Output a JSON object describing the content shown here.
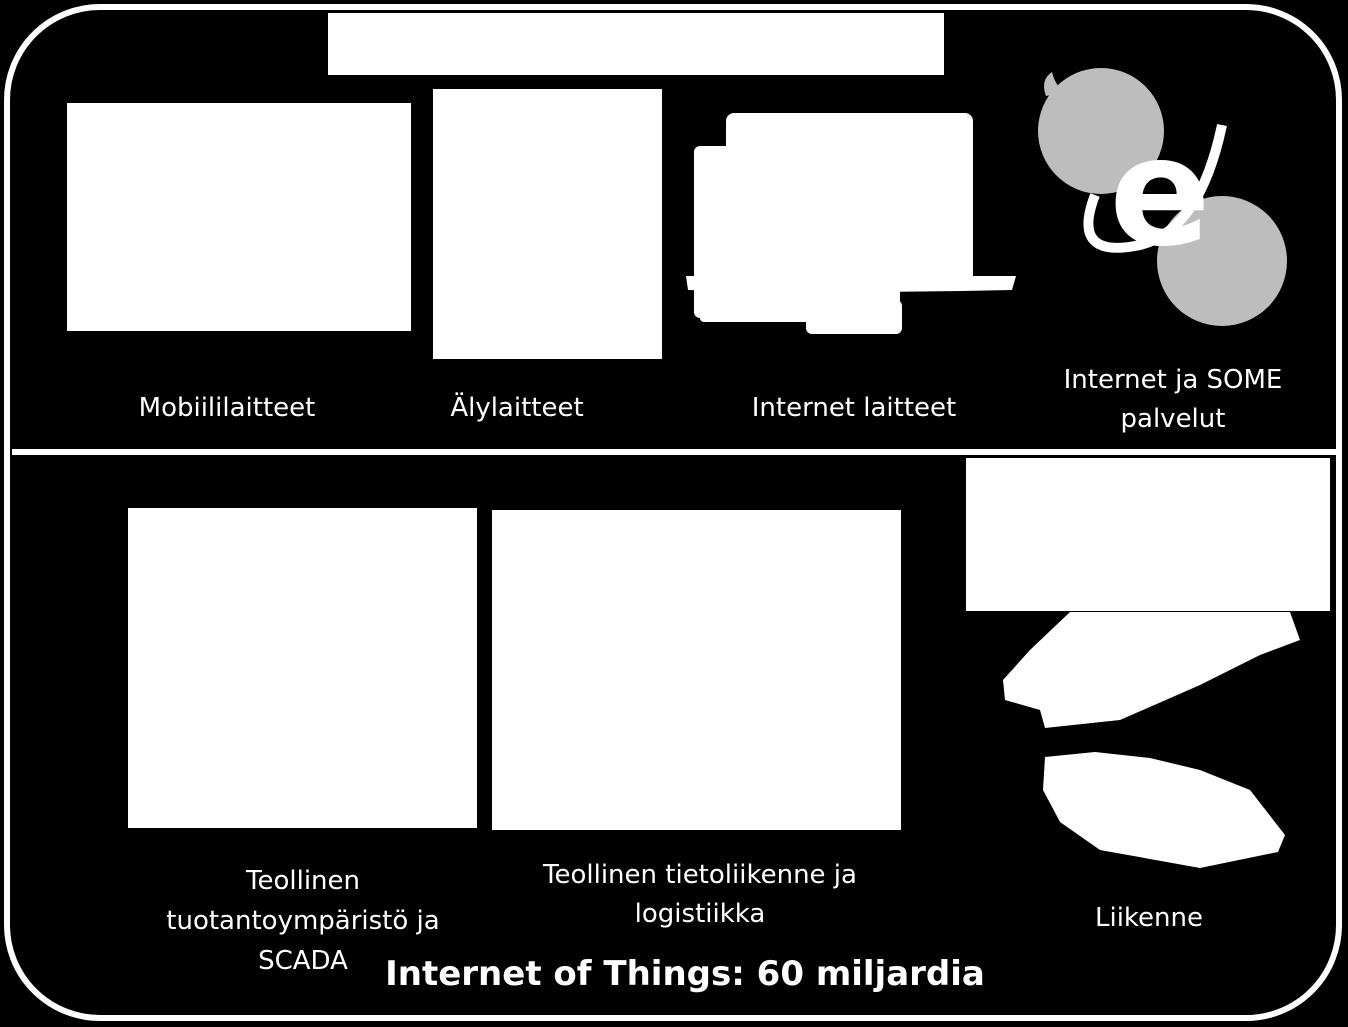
{
  "top_section": {
    "items": [
      {
        "label": "Mobiililaitteet",
        "icon": "mobile-devices-image"
      },
      {
        "label": "Älylaitteet",
        "icon": "smart-devices-image"
      },
      {
        "label": "Internet laitteet",
        "icon": "laptop-icon"
      },
      {
        "label_line1": "Internet ja SOME",
        "label_line2": "palvelut",
        "icon": "browser-logos-icon"
      }
    ]
  },
  "bottom_section": {
    "items": [
      {
        "label_line1": "Teollinen",
        "label_line2": "tuotantoympäristö ja",
        "label_line3": "SCADA",
        "icon": "industrial-image"
      },
      {
        "label_line1": "Teollinen tietoliikenne ja",
        "label_line2": "logistiikka",
        "icon": "logistics-image"
      },
      {
        "label": "Liikenne",
        "icon": "vehicles-icon"
      }
    ]
  },
  "footer": {
    "title": "Internet of Things: 60 miljardia"
  },
  "colors": {
    "background": "#000000",
    "foreground": "#ffffff",
    "logo_grey": "#bdbdbd"
  }
}
